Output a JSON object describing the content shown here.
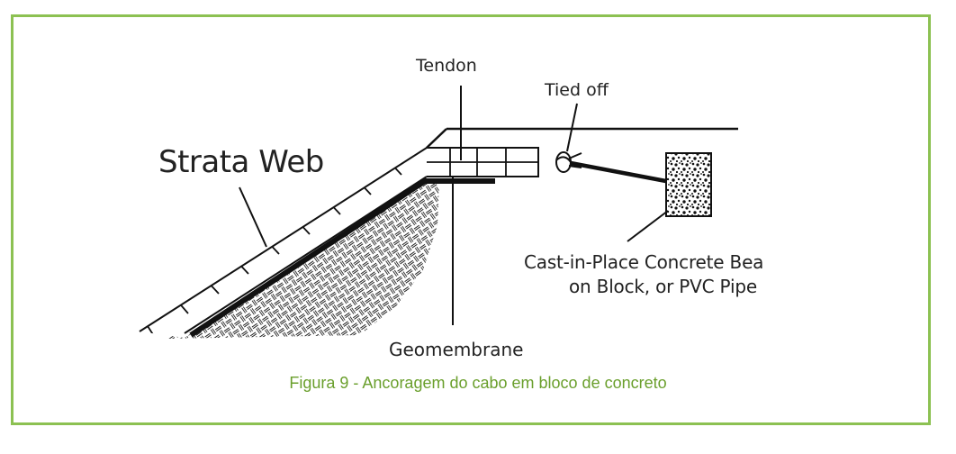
{
  "labels": {
    "tendon": "Tendon",
    "tied_off": "Tied off",
    "strata_web": "Strata Web",
    "cast_line1": "Cast-in-Place Concrete Bea",
    "cast_line2": "on Block, or PVC Pipe",
    "geomembrane": "Geomembrane"
  },
  "caption": "Figura 9 - Ancoragem do cabo em bloco de concreto",
  "colors": {
    "frame_border": "#8cc152",
    "caption": "#6a9f2c",
    "line": "#111111"
  }
}
